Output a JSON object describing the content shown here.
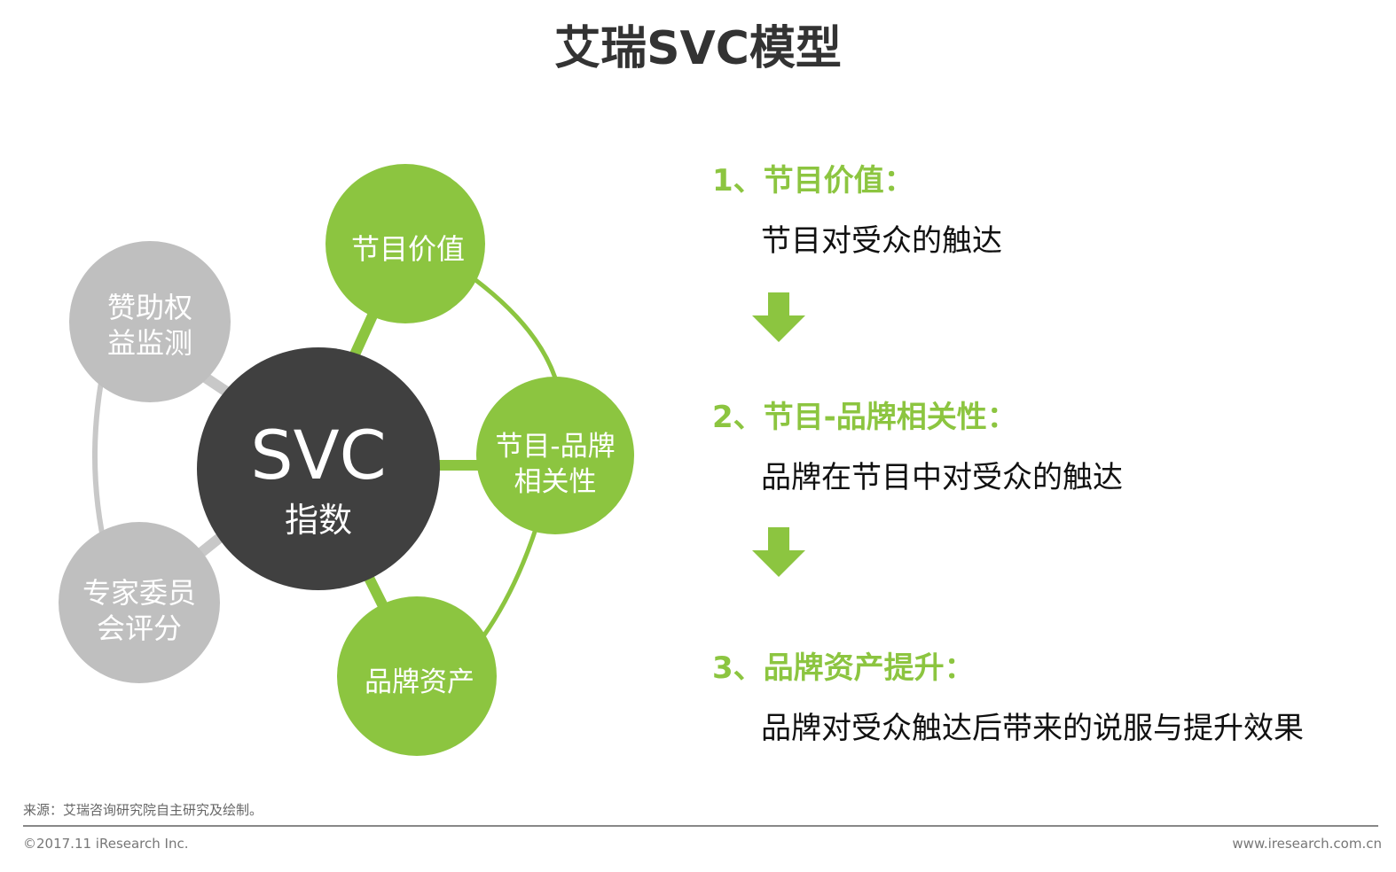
{
  "title": "艾瑞SVC模型",
  "colors": {
    "green": "#8cc540",
    "gray": "#bfbfbf",
    "dark": "#404040"
  },
  "diagram": {
    "center": {
      "line1": "SVC",
      "line2": "指数"
    },
    "green_nodes": [
      {
        "lines": [
          "节目价值"
        ]
      },
      {
        "lines": [
          "节目-品牌",
          "相关性"
        ]
      },
      {
        "lines": [
          "品牌资产"
        ]
      }
    ],
    "gray_nodes": [
      {
        "lines": [
          "赞助权",
          "益监测"
        ]
      },
      {
        "lines": [
          "专家委员",
          "会评分"
        ]
      }
    ]
  },
  "steps": [
    {
      "heading": "1、节目价值：",
      "desc": "节目对受众的触达"
    },
    {
      "heading": "2、节目-品牌相关性：",
      "desc": "品牌在节目中对受众的触达"
    },
    {
      "heading": "3、品牌资产提升：",
      "desc": "品牌对受众触达后带来的说服与提升效果"
    }
  ],
  "footer": {
    "source": "来源：艾瑞咨询研究院自主研究及绘制。",
    "copyright": "©2017.11 iResearch Inc.",
    "website": "www.iresearch.com.cn"
  }
}
